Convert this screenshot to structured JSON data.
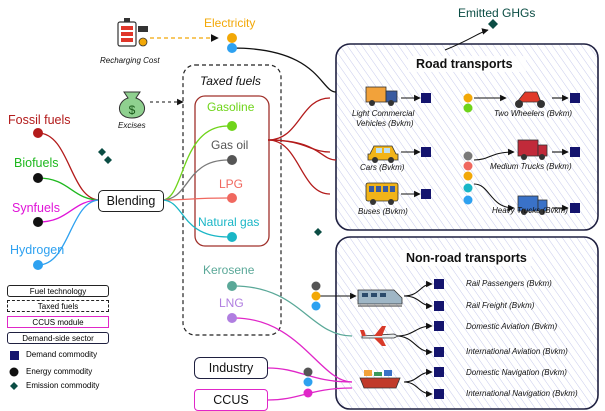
{
  "colors": {
    "fossil": "#b31b1b",
    "biofuels": "#1eb81e",
    "synfuels": "#e014d8",
    "hydrogen": "#2ea1f0",
    "electricity": "#f2a807",
    "gasoline": "#6fd41a",
    "gas_oil": "#7a7a7a",
    "lpg": "#f0685f",
    "natural_gas": "#19b6c6",
    "kerosene": "#5aa898",
    "lng": "#b07ee0",
    "ccus": "#e026c8",
    "demand": "#14146e",
    "emission": "#0b4d44",
    "taxed_box": "#a0312b",
    "sector_border": "#222244"
  },
  "sources": {
    "fossil": "Fossil fuels",
    "biofuels": "Biofuels",
    "synfuels": "Synfuels",
    "hydrogen": "Hydrogen"
  },
  "electricity": "Electricity",
  "recharging_cost": "Recharging Cost",
  "excises": "Excises",
  "taxed_fuels": "Taxed fuels",
  "blending": "Blending",
  "fuels": {
    "gasoline": "Gasoline",
    "gas_oil": "Gas oil",
    "lpg": "LPG",
    "natural_gas": "Natural gas",
    "kerosene": "Kerosene",
    "lng": "LNG"
  },
  "emitted_ghgs": "Emitted GHGs",
  "road": {
    "title": "Road transports",
    "lcv_line1": "Light Commercial",
    "lcv_line2": "Vehicles (Bvkm)",
    "cars": "Cars (Bvkm)",
    "buses": "Buses (Bvkm)",
    "two_wheelers": "Two Wheelers (Bvkm)",
    "medium_trucks": "Medium Trucks (Bvkm)",
    "heavy_trucks": "Heavy Trucks (Bvkm)"
  },
  "nonroad": {
    "title": "Non-road transports",
    "rail_passengers": "Rail Passengers (Bvkm)",
    "rail_freight": "Rail Freight (Bvkm)",
    "domestic_aviation": "Domestic Aviation (Bvkm)",
    "international_aviation": "International Aviation (Bvkm)",
    "domestic_navigation": "Domestic Navigation (Bvkm)",
    "international_navigation": "International Navigation (Bvkm)"
  },
  "industry": "Industry",
  "ccus": "CCUS",
  "legend": {
    "fuel_technology": "Fuel technology",
    "taxed_fuels": "Taxed fuels",
    "ccus_module": "CCUS module",
    "demand_side_sector": "Demand-side sector",
    "demand_commodity": "Demand commodity",
    "energy_commodity": "Energy commodity",
    "emission_commodity": "Emission commodity"
  }
}
